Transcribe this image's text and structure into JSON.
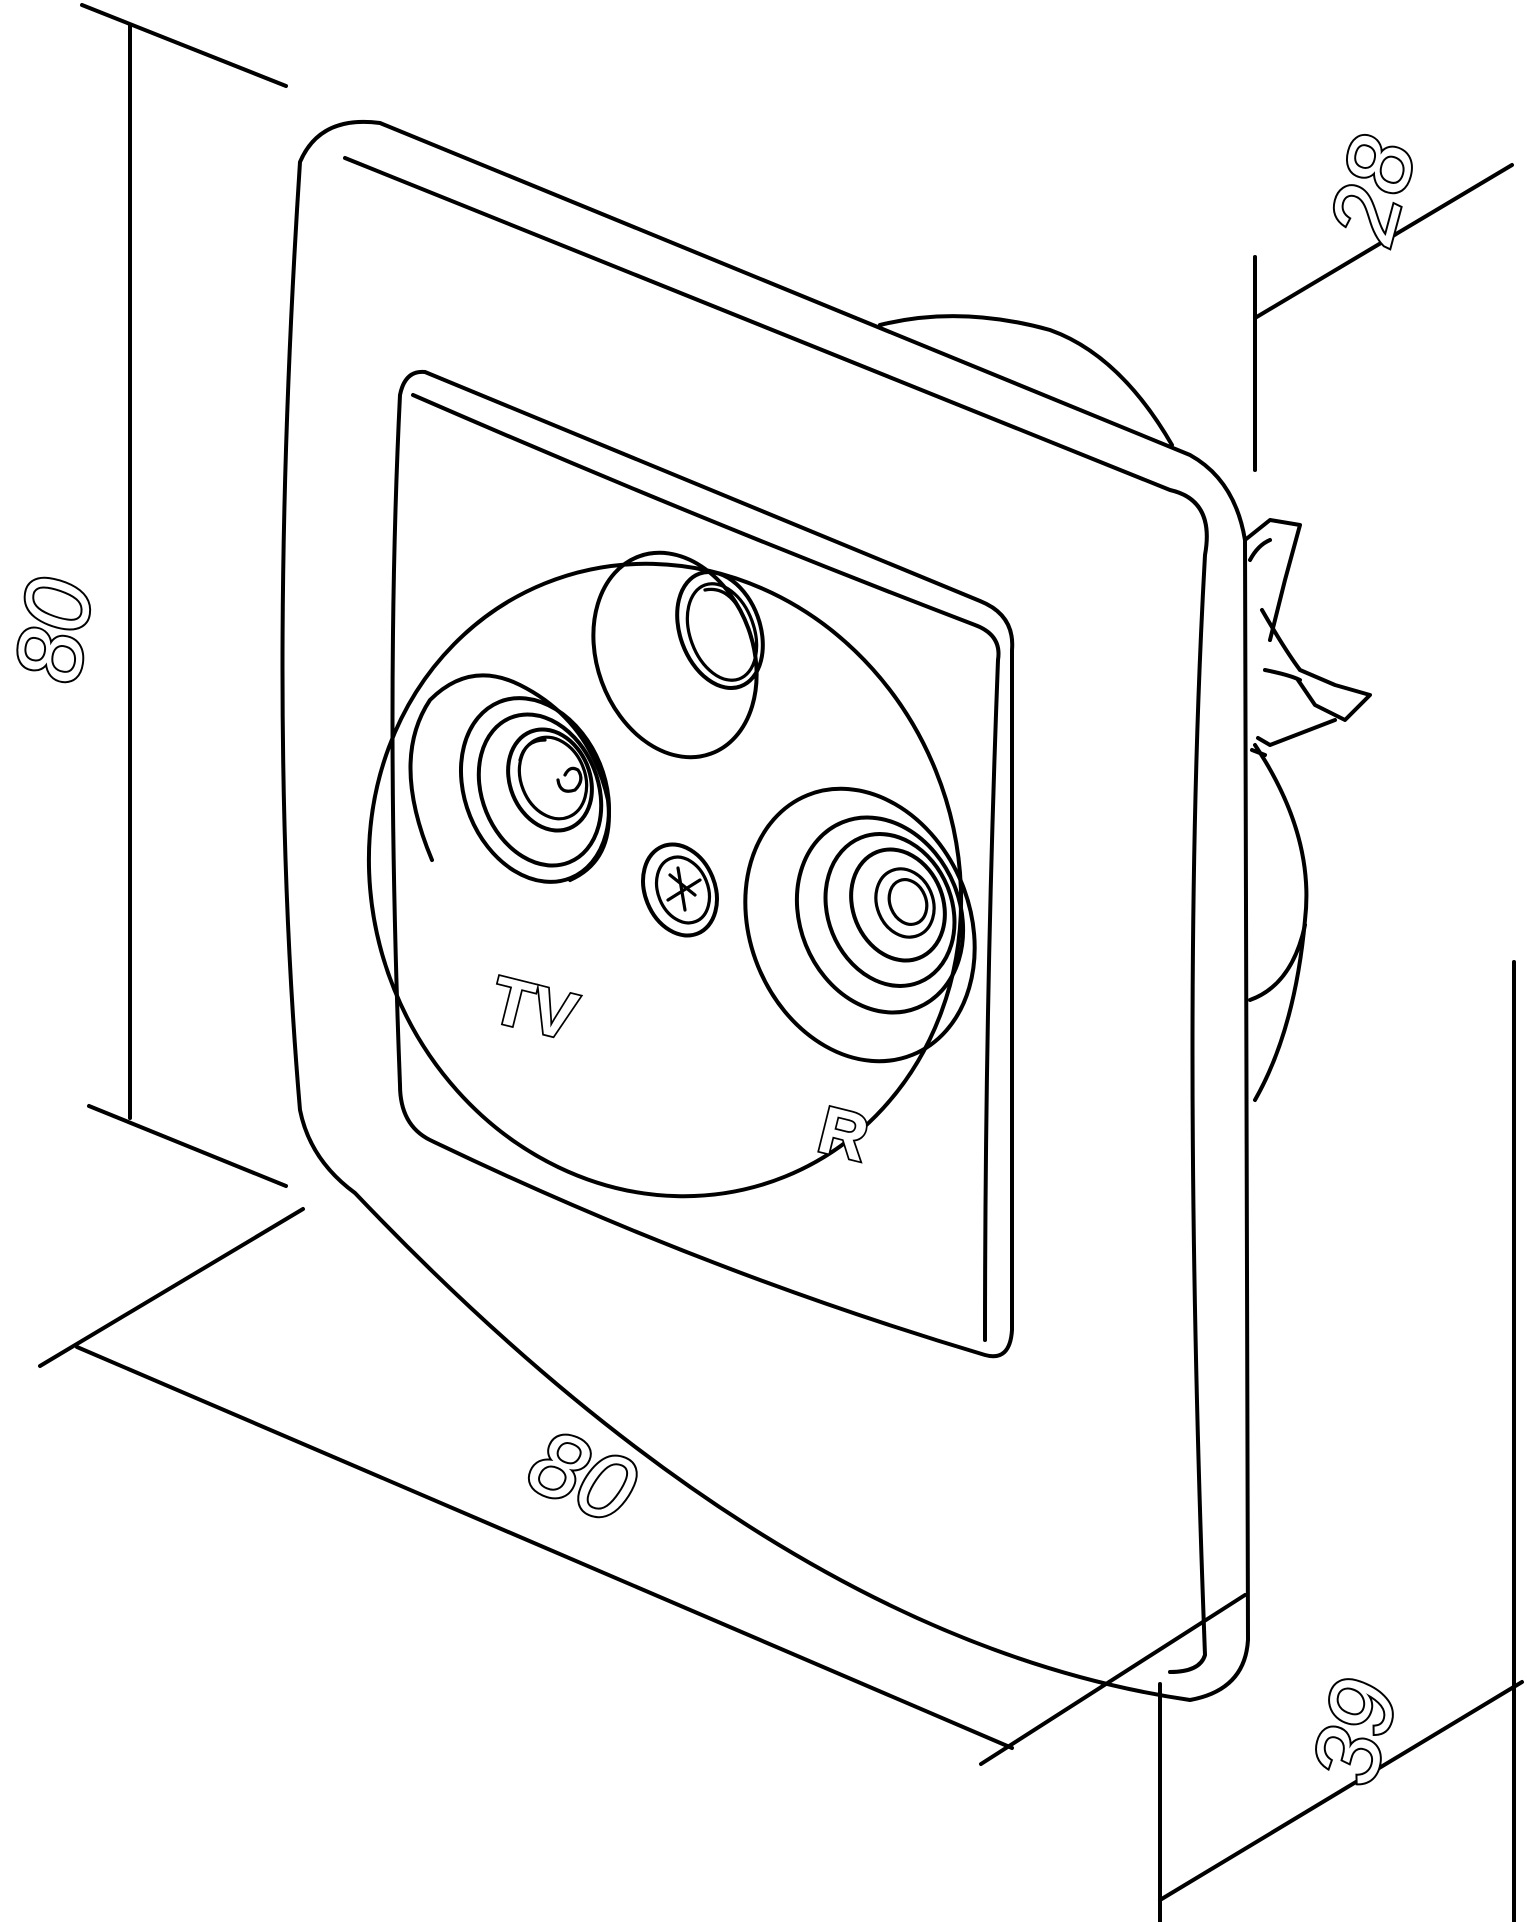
{
  "dimensions": {
    "height": "80",
    "width": "80",
    "depth_top": "28",
    "depth_bottom": "39"
  },
  "socket_labels": {
    "tv": "TV",
    "radio": "R"
  }
}
